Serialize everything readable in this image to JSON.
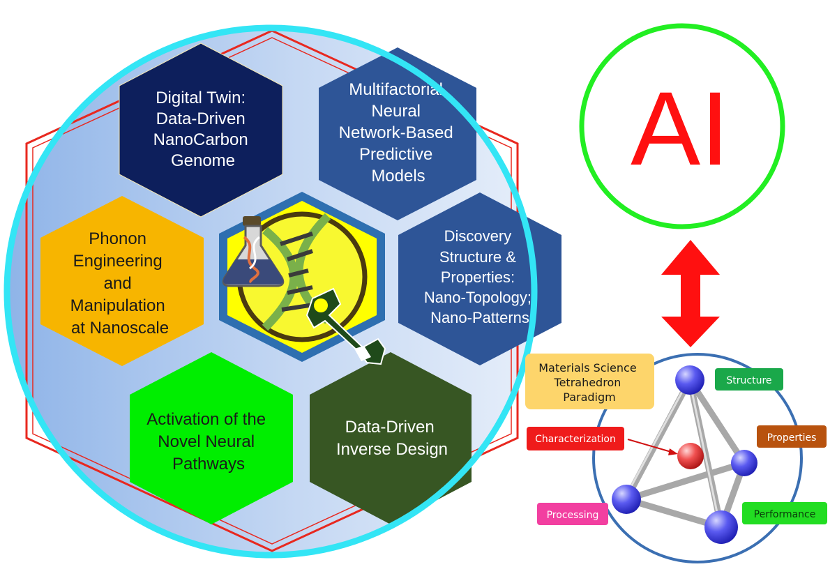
{
  "hexagons": {
    "digital_twin": [
      "Digital Twin:",
      "Data-Driven",
      "NanoCarbon",
      "Genome"
    ],
    "neural_models": [
      "Multifactorial",
      "Neural",
      "Network-Based",
      "Predictive",
      "Models"
    ],
    "phonon": [
      "Phonon",
      "Engineering",
      "and",
      "Manipulation",
      "at Nanoscale"
    ],
    "discovery": [
      "Discovery",
      "Structure &",
      "Properties:",
      "Nano-Topology;",
      "Nano-Patterns"
    ],
    "activation": [
      "Activation of the",
      "Novel Neural",
      "Pathways"
    ],
    "inverse_design": [
      "Data-Driven",
      "Inverse Design"
    ]
  },
  "ai_label": "AI",
  "tetrahedron": {
    "title": [
      "Materials Science",
      "Tetrahedron",
      "Paradigm"
    ],
    "structure": "Structure",
    "properties": "Properties",
    "characterization": "Characterization",
    "processing": "Processing",
    "performance": "Performance"
  },
  "colors": {
    "navy": "#0d1f5c",
    "blue": "#2e5597",
    "orange": "#f7b500",
    "green": "#00ee00",
    "dark_green": "#375623",
    "cyan": "#33e5f5",
    "red": "#e8281f",
    "ai_red": "#ff1010",
    "ai_ring": "#22ee22"
  }
}
